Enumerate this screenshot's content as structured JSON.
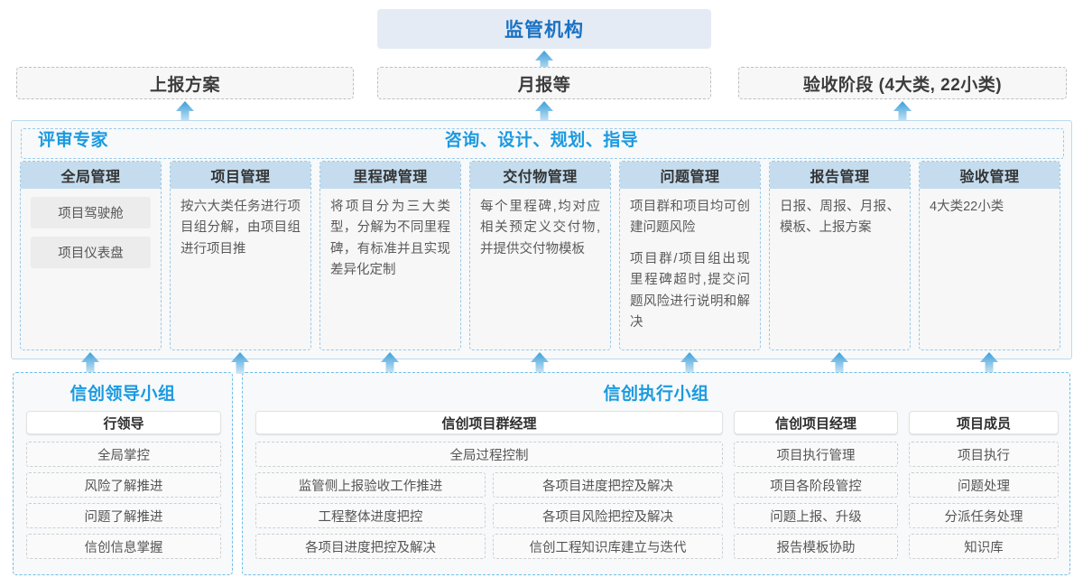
{
  "top": {
    "regulator": "监管机构",
    "report_boxes": [
      "上报方案",
      "月报等",
      "验收阶段 (4大类, 22小类)"
    ]
  },
  "middle": {
    "label_left": "评审专家",
    "label_center": "咨询、设计、规划、指导",
    "columns": [
      {
        "title": "全局管理",
        "chips": [
          "项目驾驶舱",
          "项目仪表盘"
        ],
        "paragraphs": []
      },
      {
        "title": "项目管理",
        "chips": [],
        "paragraphs": [
          "按六大类任务进行项目组分解，由项目组进行项目推"
        ]
      },
      {
        "title": "里程碑管理",
        "chips": [],
        "paragraphs": [
          "将项目分为三大类型，分解为不同里程碑，有标准并且实现差异化定制"
        ]
      },
      {
        "title": "交付物管理",
        "chips": [],
        "paragraphs": [
          "每个里程碑,均对应相关预定义交付物,并提供交付物模板"
        ]
      },
      {
        "title": "问题管理",
        "chips": [],
        "paragraphs": [
          "项目群和项目均可创建问题风险",
          "项目群/项目组出现里程碑超时,提交问题风险进行说明和解决"
        ]
      },
      {
        "title": "报告管理",
        "chips": [],
        "paragraphs": [
          "日报、周报、月报、模板、上报方案"
        ]
      },
      {
        "title": "验收管理",
        "chips": [],
        "paragraphs": [
          "4大类22小类"
        ]
      }
    ]
  },
  "bottom": {
    "groups": [
      {
        "title": "信创领导小组",
        "columns": [
          {
            "head": "行领导",
            "items": [
              "全局掌控",
              "风险了解推进",
              "问题了解推进",
              "信创信息掌握"
            ]
          }
        ]
      },
      {
        "title": "信创执行小组",
        "columns": [
          {
            "head": "信创项目群经理",
            "full_item": "全局过程控制",
            "left_items": [
              "监管侧上报验收工作推进",
              "工程整体进度把控",
              "各项目进度把控及解决"
            ],
            "right_items": [
              "各项目进度把控及解决",
              "各项目风险把控及解决",
              "信创工程知识库建立与迭代"
            ]
          },
          {
            "head": "信创项目经理",
            "items": [
              "项目执行管理",
              "项目各阶段管控",
              "问题上报、升级",
              "报告模板协助"
            ]
          },
          {
            "head": "项目成员",
            "items": [
              "项目执行",
              "问题处理",
              "分派任务处理",
              "知识库"
            ]
          }
        ]
      }
    ]
  },
  "colors": {
    "accent_blue": "#1a9ae0",
    "regulator_bg": "#e5ebf4",
    "regulator_text": "#1a72c4",
    "column_head_bg": "#c4dcee",
    "arrow": "#4aa8e0"
  }
}
